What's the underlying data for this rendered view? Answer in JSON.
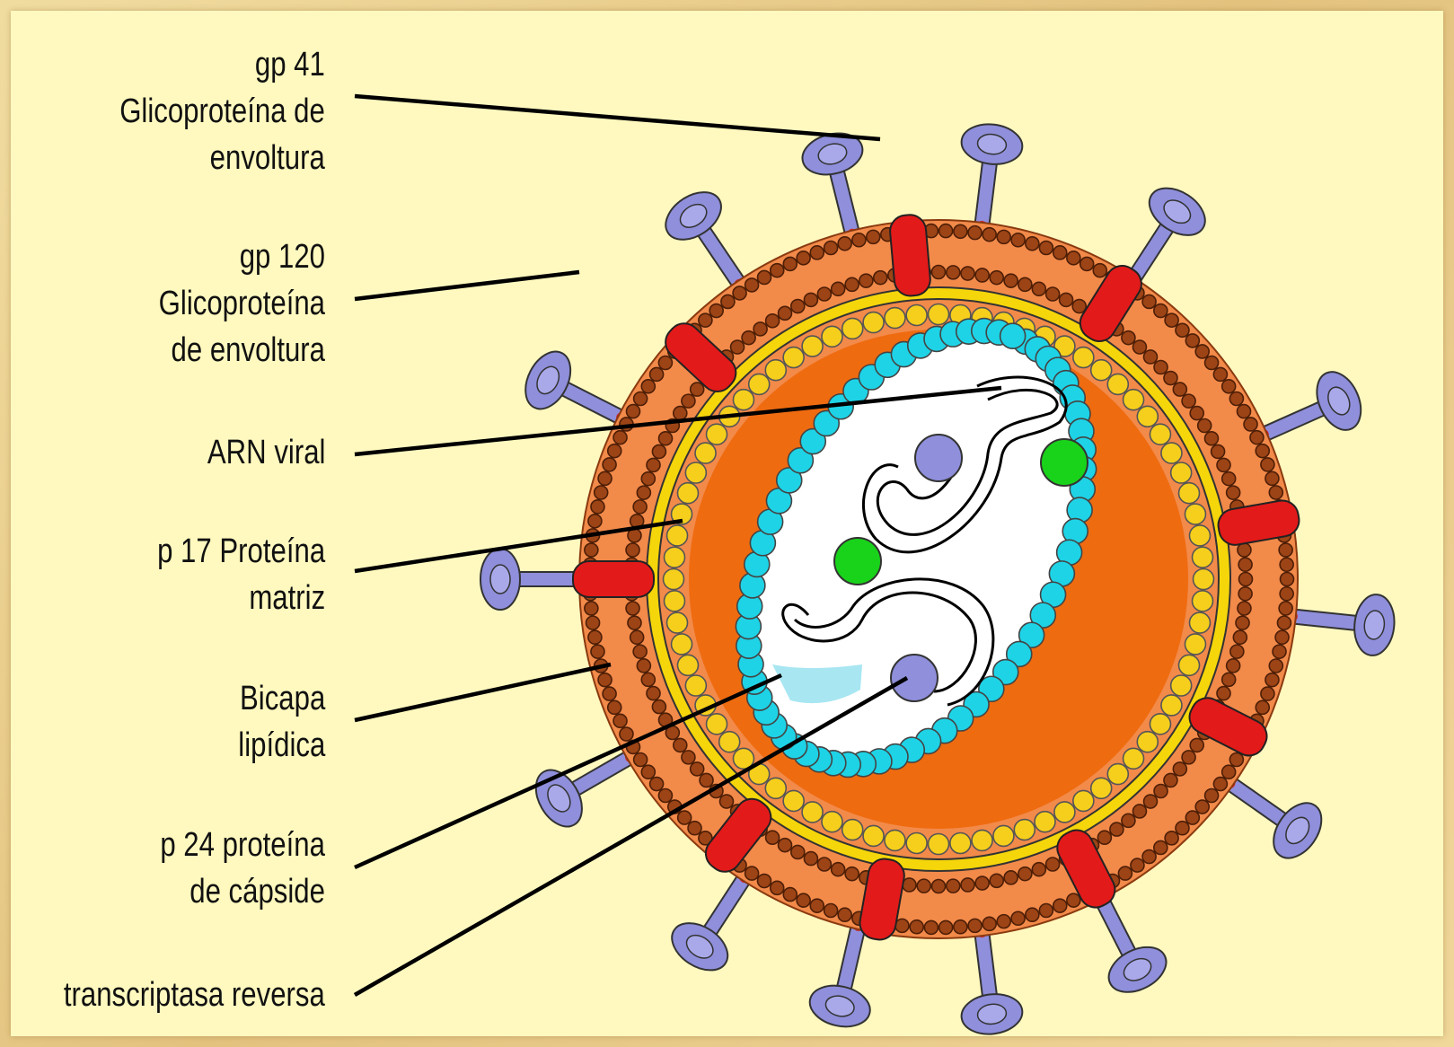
{
  "labels": {
    "gp41": [
      "gp 41",
      "Glicoproteína de",
      "envoltura"
    ],
    "gp120": [
      "gp 120",
      "Glicoproteína",
      "de envoltura"
    ],
    "arn": [
      "ARN viral"
    ],
    "p17": [
      "p 17 Proteína",
      "matriz"
    ],
    "bicapa": [
      "Bicapa",
      "lipídica"
    ],
    "p24": [
      "p 24 proteína",
      "de cápside"
    ],
    "rt": [
      "transcriptasa reversa"
    ]
  },
  "colors": {
    "background": "#fff9bf",
    "envelope": "#f28a4a",
    "lipid_bead": "#9c4416",
    "matrix_bead": "#f5cf1c",
    "inner_fill": "#ef6b10",
    "capsid_bead": "#1ed3e6",
    "gp41": "#e31a1a",
    "gp120": "#8f8fdc",
    "green_dot": "#19d31a",
    "enzyme_dot": "#8f8fdc",
    "leader": "#000000"
  }
}
